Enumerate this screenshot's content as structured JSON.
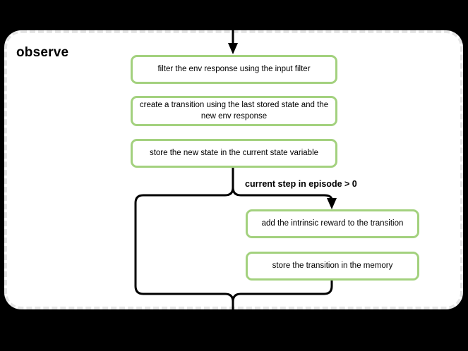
{
  "diagram": {
    "title": "observe",
    "boxes": [
      {
        "name": "filter-env-response",
        "lines": [
          "filter the env response using the input filter"
        ]
      },
      {
        "name": "create-transition",
        "lines": [
          "create a transition using the last stored state and the",
          "new env response"
        ]
      },
      {
        "name": "store-new-state",
        "lines": [
          "store the new state in the current state variable"
        ]
      },
      {
        "name": "add-intrinsic-reward",
        "lines": [
          "add the intrinsic reward to the transition"
        ]
      },
      {
        "name": "store-transition",
        "lines": [
          "store the transition in the memory"
        ]
      }
    ],
    "condition_label": "current step in episode > 0",
    "colors": {
      "box_border": "#a3d17e",
      "connector": "#000000",
      "frame_background": "#ffffff",
      "frame_border": "#e6e6e6",
      "outside_background": "#000000",
      "text": "#000000"
    }
  }
}
